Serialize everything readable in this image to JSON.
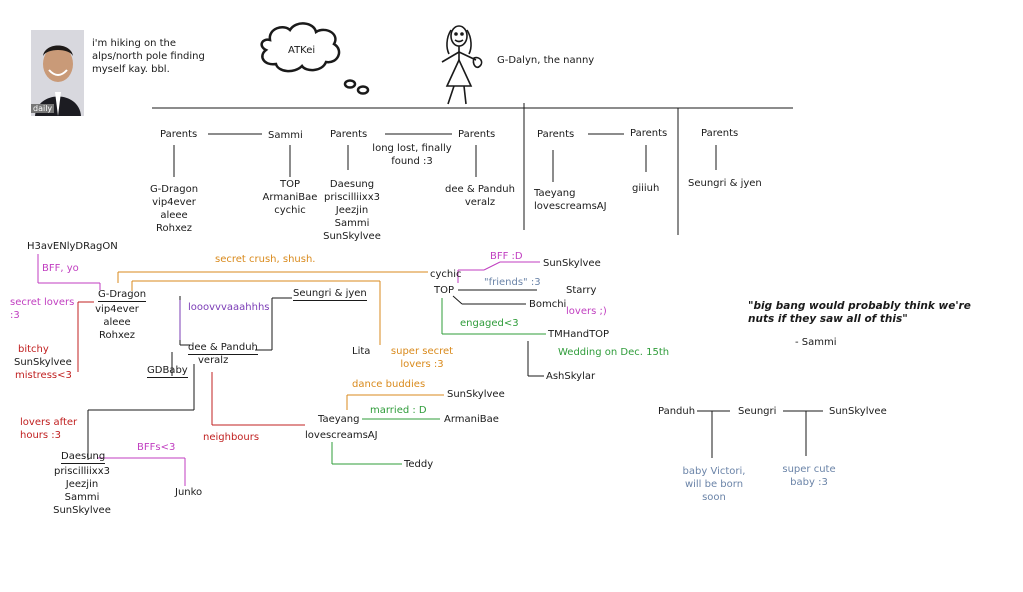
{
  "colors": {
    "line": "#1a1a1a",
    "pink": "#c03ec0",
    "red": "#c02020",
    "orange": "#d98a1c",
    "green": "#2f9c3a",
    "blue": "#6b84a8",
    "purple": "#7b3cb6"
  },
  "header": {
    "status": "i'm hiking on the\nalps/north pole finding\nmyself kay. bbl.",
    "thought": "ATKei",
    "nanny": "G-Dalyn, the nanny",
    "photo_tag": "daily"
  },
  "families": {
    "f1": {
      "parents_left": "Parents",
      "parents_right": "Sammi",
      "children": "G-Dragon\nvip4ever\naleee\nRohxez"
    },
    "f2": {
      "parent": "Sammi",
      "children": "TOP\nArmaniBae\ncychic"
    },
    "f3": {
      "parents_left": "Parents",
      "parents_right": "Parents",
      "note": "long lost, finally\nfound :3",
      "children": "Daesung\npriscilliixx3\nJeezjin\nSammi\nSunSkylvee",
      "children_right": "dee & Panduh\nveralz"
    },
    "f4": {
      "parents_left": "Parents",
      "parents_right": "Parents",
      "children": "Taeyang\nlovescreamsAJ",
      "children_right": "giiiuh"
    },
    "f5": {
      "parents": "Parents",
      "children": "Seungri & jyen"
    }
  },
  "relations": {
    "h3av": "H3avENlyDRagON",
    "bff_yo": "BFF, yo",
    "secret_lovers": "secret lovers\n:3",
    "bitchy": "bitchy",
    "sunskylvee": "SunSkylvee",
    "mistress": "mistress<3",
    "gd_group": "vip4ever\naleee\nRohxez",
    "gdragon": "G-Dragon",
    "secret_crush": "secret crush, shush.",
    "looove": "looovvvaaahhhs",
    "seungri_jyen": "Seungri & jyen",
    "dee_panduh": "dee & Panduh",
    "veralz": "veralz",
    "gdbaby": "GDBaby",
    "lita": "Lita",
    "super_secret": "super secret\nlovers :3",
    "cychic": "cychic",
    "top": "TOP",
    "bff_d": "BFF :D",
    "friends": "\"friends\" :3",
    "starry": "Starry",
    "bomchi": "Bomchi",
    "lovers": "lovers ;)",
    "engaged": "engaged<3",
    "tmhandtop": "TMHandTOP",
    "wedding": "Wedding on Dec. 15th",
    "ashskylar": "AshSkylar",
    "dance_buddies": "dance buddies",
    "married": "married : D",
    "armanibae": "ArmaniBae",
    "taeyang": "Taeyang",
    "lovescreams": "lovescreamsAJ",
    "teddy": "Teddy",
    "neighbours": "neighbours",
    "lovers_after": "lovers after\nhours :3",
    "daesung": "Daesung",
    "daesung_group": "priscilliixx3\nJeezjin\nSammi\nSunSkylvee",
    "bffs": "BFFs<3",
    "junko": "Junko"
  },
  "quote": {
    "text": "\"big bang would probably think we're\nnuts if they saw all of this\"",
    "author": "- Sammi"
  },
  "side_tree": {
    "panduh": "Panduh",
    "seungri": "Seungri",
    "sunskylvee": "SunSkylvee",
    "baby_left": "baby Victori,\nwill be born\nsoon",
    "baby_right": "super cute\nbaby :3"
  }
}
